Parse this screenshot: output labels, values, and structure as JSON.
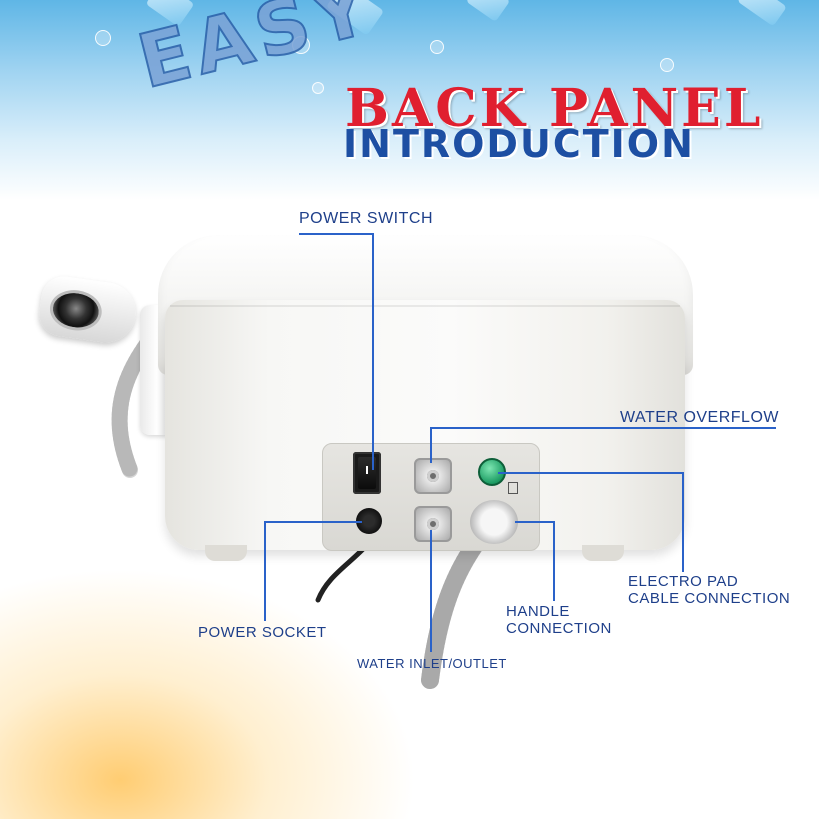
{
  "header": {
    "easy_text": "EASY",
    "title_line1": "BACK PANEL",
    "title_line2": "INTRODUCTION"
  },
  "labels": {
    "power_switch": "POWER SWITCH",
    "water_overflow": "WATER OVERFLOW",
    "electro_pad_line1": "ELECTRO PAD",
    "electro_pad_line2": "CABLE CONNECTION",
    "handle_line1": "HANDLE",
    "handle_line2": "CONNECTION",
    "power_socket": "POWER SOCKET",
    "water_inlet_outlet": "WATER INLET/OUTLET"
  },
  "colors": {
    "title_red": "#e01f2f",
    "title_blue": "#1d4fa3",
    "label_blue": "#1e3f8a",
    "leader_line": "#2a62c9",
    "port_green": "#1c9c63"
  }
}
